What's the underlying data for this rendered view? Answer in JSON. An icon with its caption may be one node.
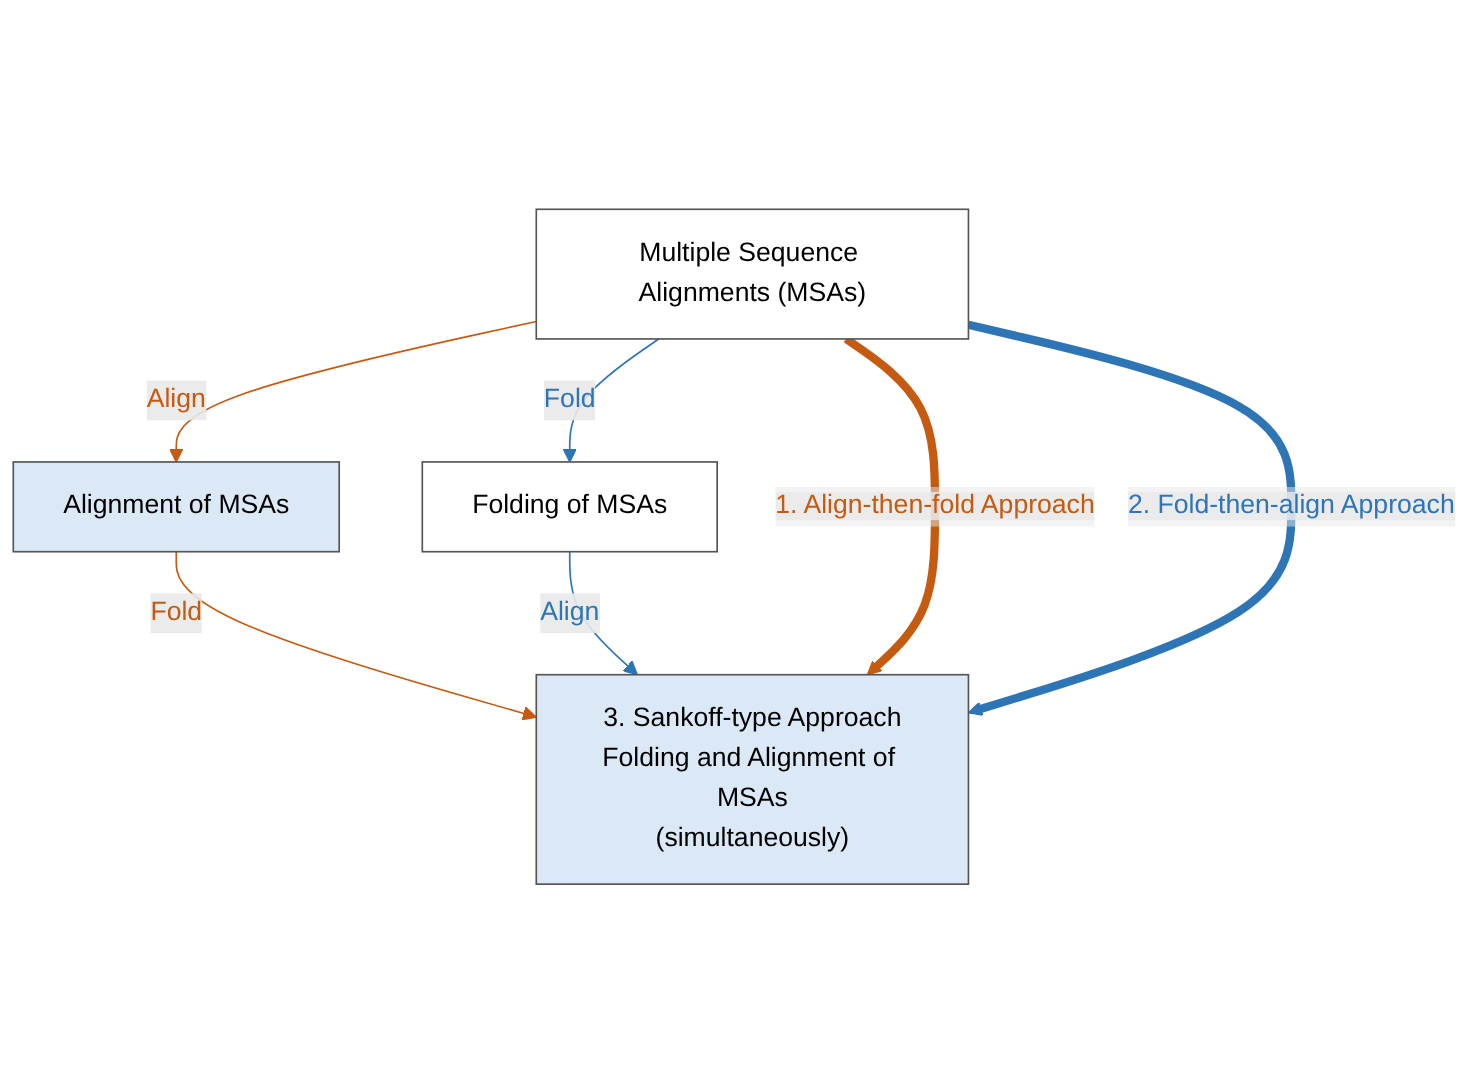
{
  "diagram": {
    "nodes": [
      {
        "text": [
          "Multiple Sequence Alignments (MSAs)"
        ]
      },
      {
        "text": [
          "Alignment of MSAs"
        ]
      },
      {
        "text": [
          "Folding of MSAs"
        ]
      },
      {
        "text": [
          "3. Sankoff-type Approach",
          "Folding and Alignment of MSAs",
          "(simultaneously)"
        ]
      }
    ],
    "edges": [
      {
        "from": 0,
        "to": 1,
        "arrow": "to",
        "label": "Align",
        "color": "#c55a11"
      },
      {
        "from": 1,
        "to": 3,
        "arrow": "to",
        "label": "Fold",
        "color": "#c55a11"
      },
      {
        "from": 0,
        "to": 2,
        "arrow": "to",
        "label": "Fold",
        "color": "#2e75b6"
      },
      {
        "from": 2,
        "to": 3,
        "arrow": "to",
        "label": "Align",
        "color": "#2e75b6"
      },
      {
        "from": 0,
        "to": 3,
        "arrow": "to",
        "label": "1. Align-then-fold Approach",
        "style": "thick",
        "color": "#c55a11"
      },
      {
        "from": 0,
        "to": 3,
        "arrow": "to",
        "label": "2. Fold-then-align Approach",
        "style": "thick",
        "color": "#2e75b6"
      }
    ]
  }
}
